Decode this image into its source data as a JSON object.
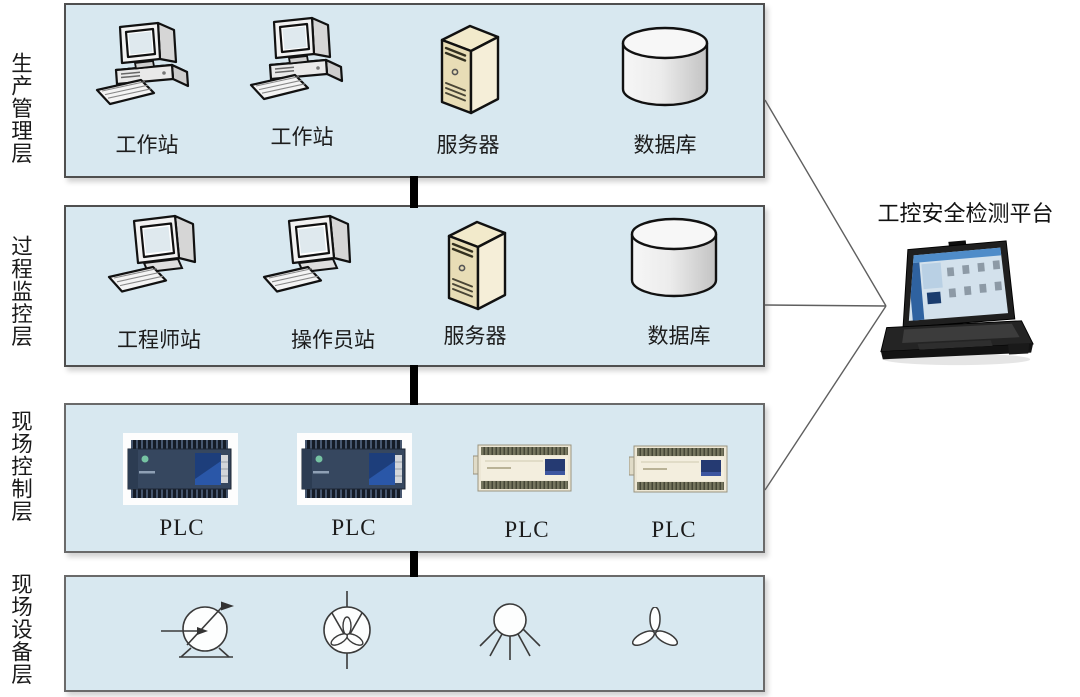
{
  "diagram": {
    "platform": {
      "label": "工控安全检测平台",
      "device": "rugged-laptop"
    },
    "layers": [
      {
        "label": "生产管理层",
        "items": [
          {
            "icon": "workstation",
            "label": "工作站"
          },
          {
            "icon": "workstation",
            "label": "工作站"
          },
          {
            "icon": "server",
            "label": "服务器"
          },
          {
            "icon": "database",
            "label": "数据库"
          }
        ]
      },
      {
        "label": "过程监控层",
        "items": [
          {
            "icon": "monitor-station",
            "label": "工程师站"
          },
          {
            "icon": "monitor-station",
            "label": "操作员站"
          },
          {
            "icon": "server",
            "label": "服务器"
          },
          {
            "icon": "database",
            "label": "数据库"
          }
        ]
      },
      {
        "label": "现场控制层",
        "items": [
          {
            "icon": "plc-dark",
            "label": "PLC"
          },
          {
            "icon": "plc-dark",
            "label": "PLC"
          },
          {
            "icon": "plc-light",
            "label": "PLC"
          },
          {
            "icon": "plc-light",
            "label": "PLC"
          }
        ]
      },
      {
        "label": "现场设备层",
        "items": [
          {
            "icon": "pump-symbol"
          },
          {
            "icon": "axial-fan-symbol"
          },
          {
            "icon": "agitator-symbol"
          },
          {
            "icon": "propeller-symbol"
          }
        ]
      }
    ],
    "colors": {
      "band_fill": "#d8e8f0",
      "band_border": "#4f4f4f",
      "bus_connector": "#000000",
      "link_line": "#5f5f5f"
    }
  }
}
